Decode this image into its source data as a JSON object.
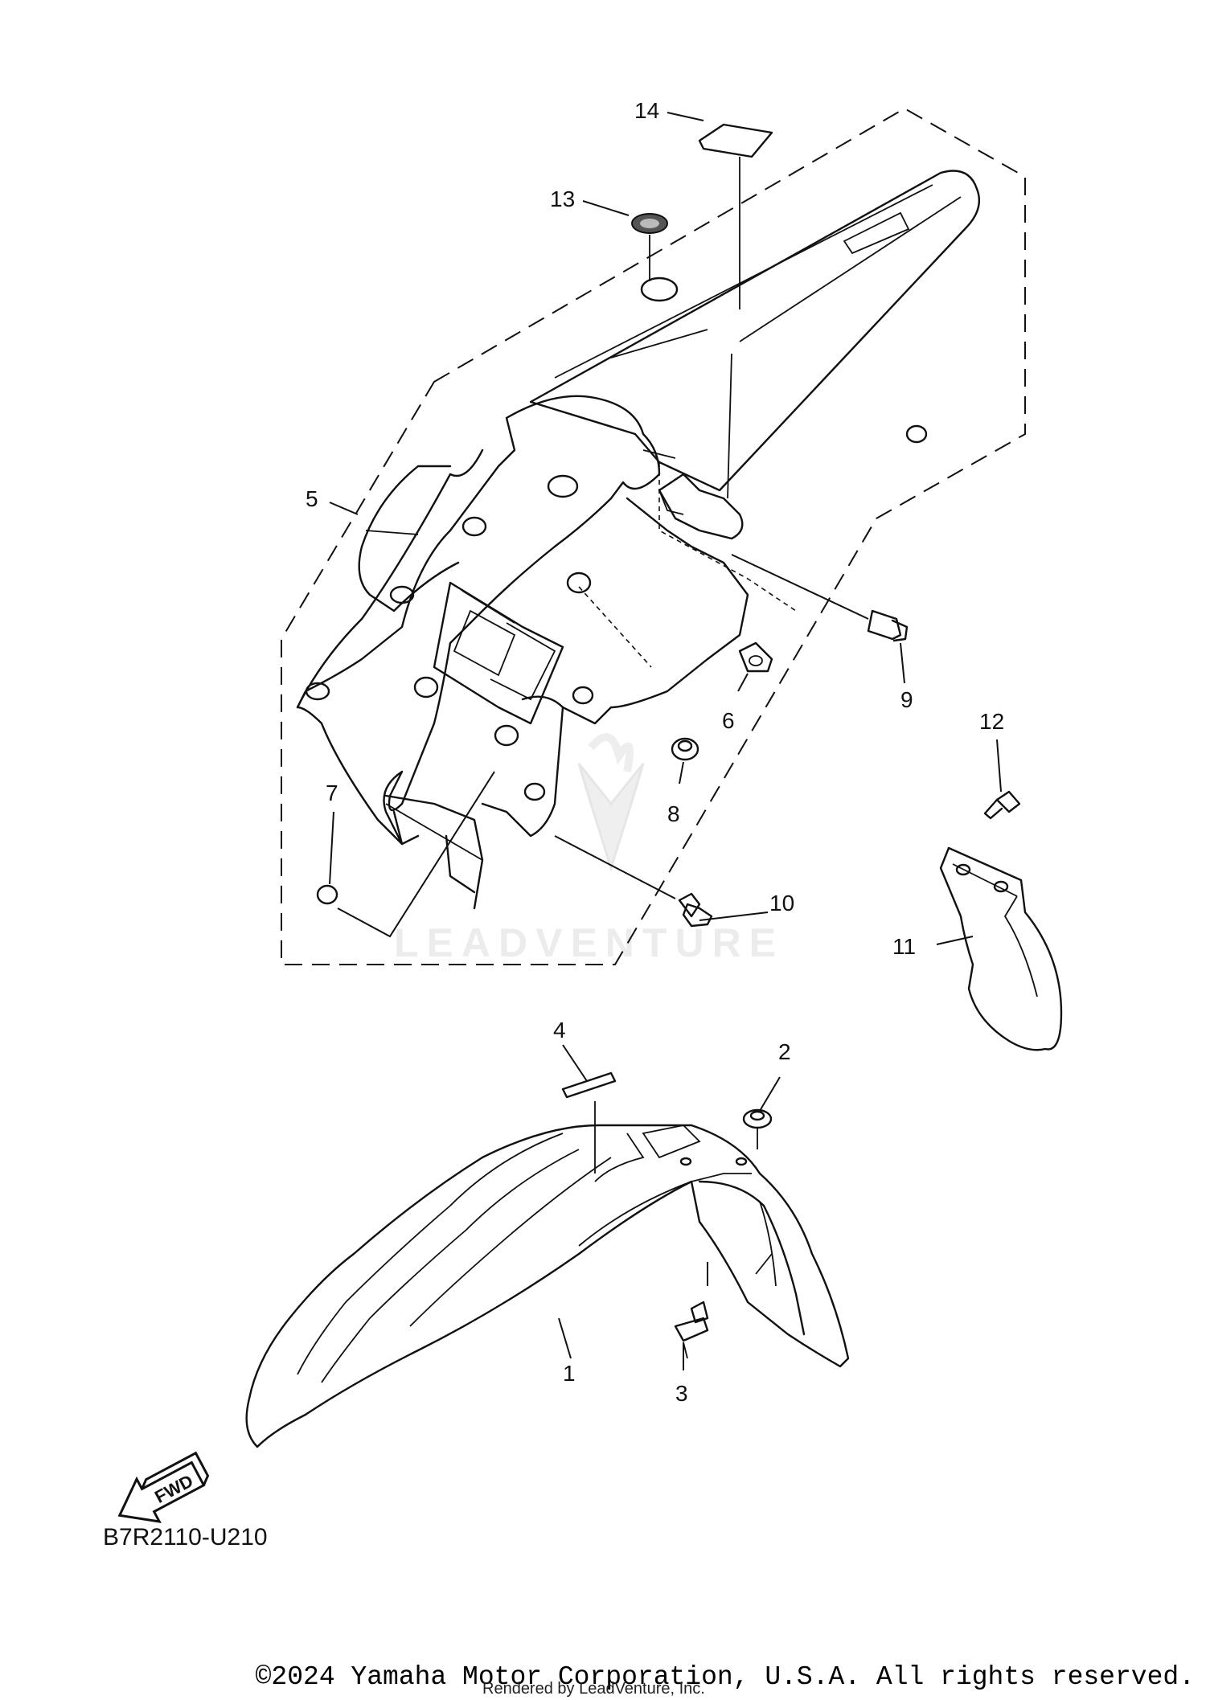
{
  "diagram": {
    "code": "B7R2110-U210",
    "watermark": "LEADVENTURE",
    "fwd_label": "FWD",
    "callouts": [
      {
        "id": "c1",
        "label": "1"
      },
      {
        "id": "c2",
        "label": "2"
      },
      {
        "id": "c3",
        "label": "3"
      },
      {
        "id": "c4",
        "label": "4"
      },
      {
        "id": "c5",
        "label": "5"
      },
      {
        "id": "c6",
        "label": "6"
      },
      {
        "id": "c7",
        "label": "7"
      },
      {
        "id": "c8",
        "label": "8"
      },
      {
        "id": "c9",
        "label": "9"
      },
      {
        "id": "c10",
        "label": "10"
      },
      {
        "id": "c11",
        "label": "11"
      },
      {
        "id": "c12",
        "label": "12"
      },
      {
        "id": "c13",
        "label": "13"
      },
      {
        "id": "c14",
        "label": "14"
      }
    ]
  },
  "footer": {
    "copyright": "©2024 Yamaha Motor Corporation, U.S.A. All rights reserved.",
    "rendered_by": "Rendered by LeadVenture, Inc."
  }
}
